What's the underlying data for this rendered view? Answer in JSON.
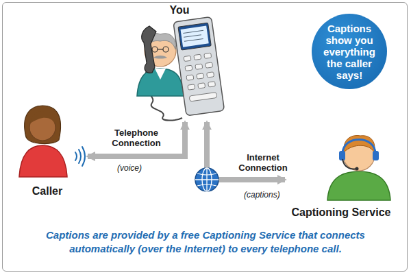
{
  "diagram": {
    "caption": "Captions are provided by a free Captioning Service that connects automatically (over the Internet) to every telephone call.",
    "nodes": [
      {
        "text": [
          "You"
        ]
      },
      {
        "text": [
          "Captions show you everything the caller says!"
        ]
      },
      {
        "text": [
          "Caller"
        ]
      },
      {
        "text": [
          "Captioning Service"
        ]
      }
    ],
    "edges": [
      {
        "from": 2,
        "to": 0,
        "label": "Telephone Connection",
        "arrow": "both"
      },
      {
        "from": 3,
        "to": 0,
        "label": "Internet Connection",
        "arrow": "both"
      }
    ],
    "labels": [
      "(voice)",
      "(captions)"
    ]
  }
}
